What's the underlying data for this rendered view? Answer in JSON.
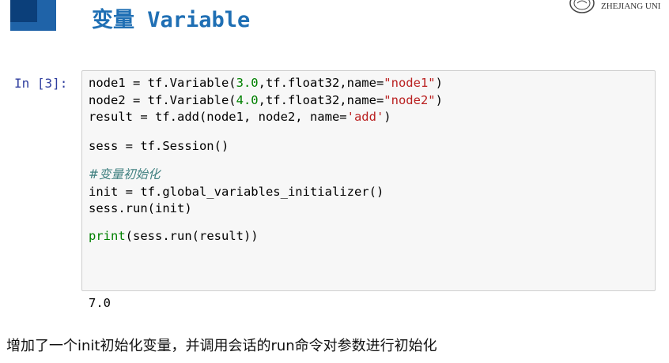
{
  "slide": {
    "title": "变量 Variable",
    "logo_text": "ZHEJIANG UNI"
  },
  "cell": {
    "prompt": "In [3]:",
    "output": "7.0",
    "code": {
      "l1": {
        "a": "node1 = tf.Variable(",
        "n": "3.0",
        "b": ",tf.float32,name=",
        "s": "\"node1\"",
        "c": ")"
      },
      "l2": {
        "a": "node2 = tf.Variable(",
        "n": "4.0",
        "b": ",tf.float32,name=",
        "s": "\"node2\"",
        "c": ")"
      },
      "l3": {
        "a": "result = tf.add(node1, node2, name=",
        "s": "'add'",
        "c": ")"
      },
      "l4": "sess = tf.Session()",
      "l5": "#变量初始化",
      "l6": "init = tf.global_variables_initializer()",
      "l7": "sess.run(init)",
      "l8": {
        "kw": "print",
        "rest": "(sess.run(result))"
      }
    }
  },
  "caption": "增加了一个init初始化变量，并调用会话的run命令对参数进行初始化",
  "colors": {
    "title": "#1f6fb4",
    "prompt": "#303f9f",
    "number": "#008000",
    "string": "#ba2121",
    "comment": "#408080",
    "builtin": "#008000"
  }
}
